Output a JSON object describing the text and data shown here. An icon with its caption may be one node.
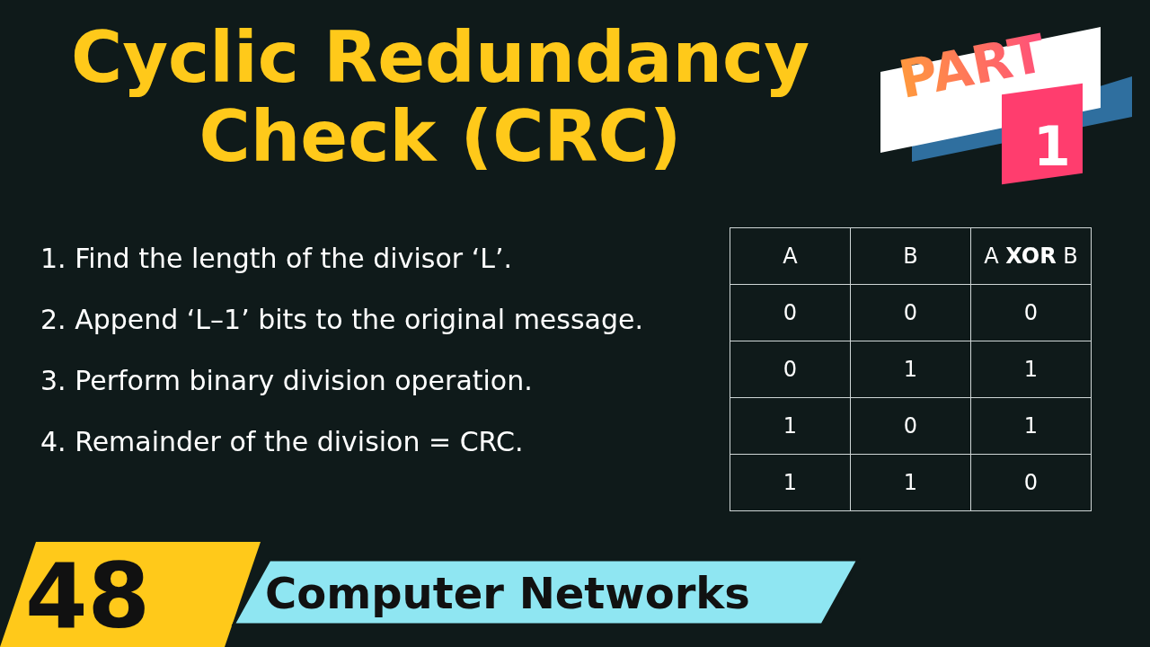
{
  "diagram": {
    "title": "Cyclic Redundancy Check **(CRC)**",
    "labels": [
      "PART",
      "1",
      "1. Find the length of the divisor ‘L’.",
      "2. Append ‘L–1’ bits to the original message.",
      "3. Perform binary division operation.",
      "4. Remainder of the division = CRC.",
      "A",
      "B",
      "A **XOR** B",
      "0",
      "0",
      "0",
      "0",
      "1",
      "1",
      "1",
      "0",
      "1",
      "1",
      "1",
      "0",
      "48",
      "Computer Networks"
    ]
  }
}
